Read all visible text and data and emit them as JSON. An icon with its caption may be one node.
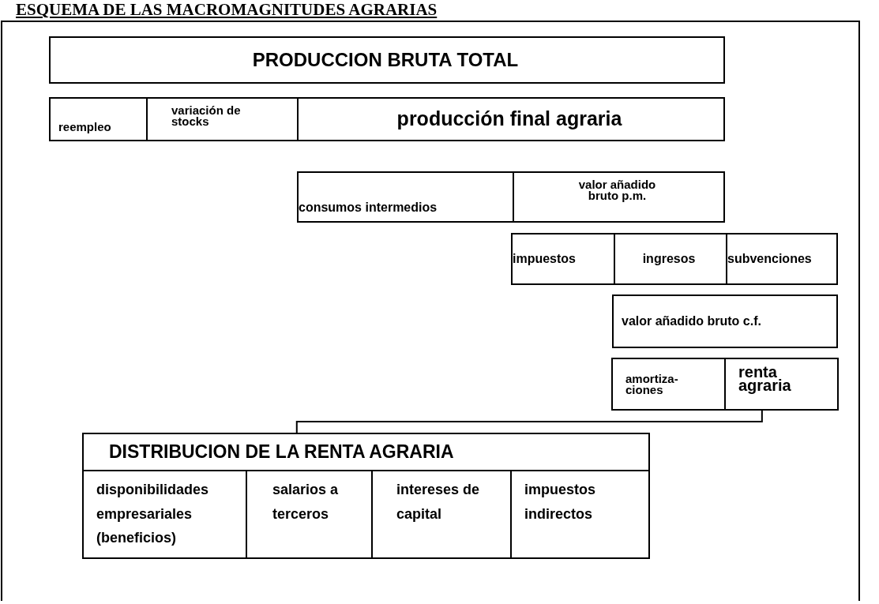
{
  "diagram": {
    "title": "ESQUEMA DE LAS MACROMAGNITUDES AGRARIAS",
    "nodes": [
      {
        "text": [
          "PRODUCCION BRUTA TOTAL"
        ]
      },
      {
        "text": [
          "reempleo"
        ]
      },
      {
        "text": [
          "variación de stocks"
        ]
      },
      {
        "text": [
          "producción final agraria"
        ]
      },
      {
        "text": [
          "consumos intermedios"
        ]
      },
      {
        "text": [
          "valor añadido bruto p.m."
        ]
      },
      {
        "text": [
          "impuestos"
        ]
      },
      {
        "text": [
          "ingresos"
        ]
      },
      {
        "text": [
          "subvenciones"
        ]
      },
      {
        "text": [
          "valor añadido bruto c.f."
        ]
      },
      {
        "text": [
          "amortiza- ciones"
        ]
      },
      {
        "text": [
          "renta agraria"
        ]
      },
      {
        "text": [
          "DISTRIBUCION DE LA RENTA AGRARIA"
        ]
      },
      {
        "text": [
          "disponibilidades empresariales (beneficios)"
        ]
      },
      {
        "text": [
          "salarios a terceros"
        ]
      },
      {
        "text": [
          "intereses de capital"
        ]
      },
      {
        "text": [
          "impuestos indirectos"
        ]
      }
    ],
    "edges": [
      {
        "from": 11,
        "to": 12,
        "arrow": "none"
      }
    ]
  }
}
